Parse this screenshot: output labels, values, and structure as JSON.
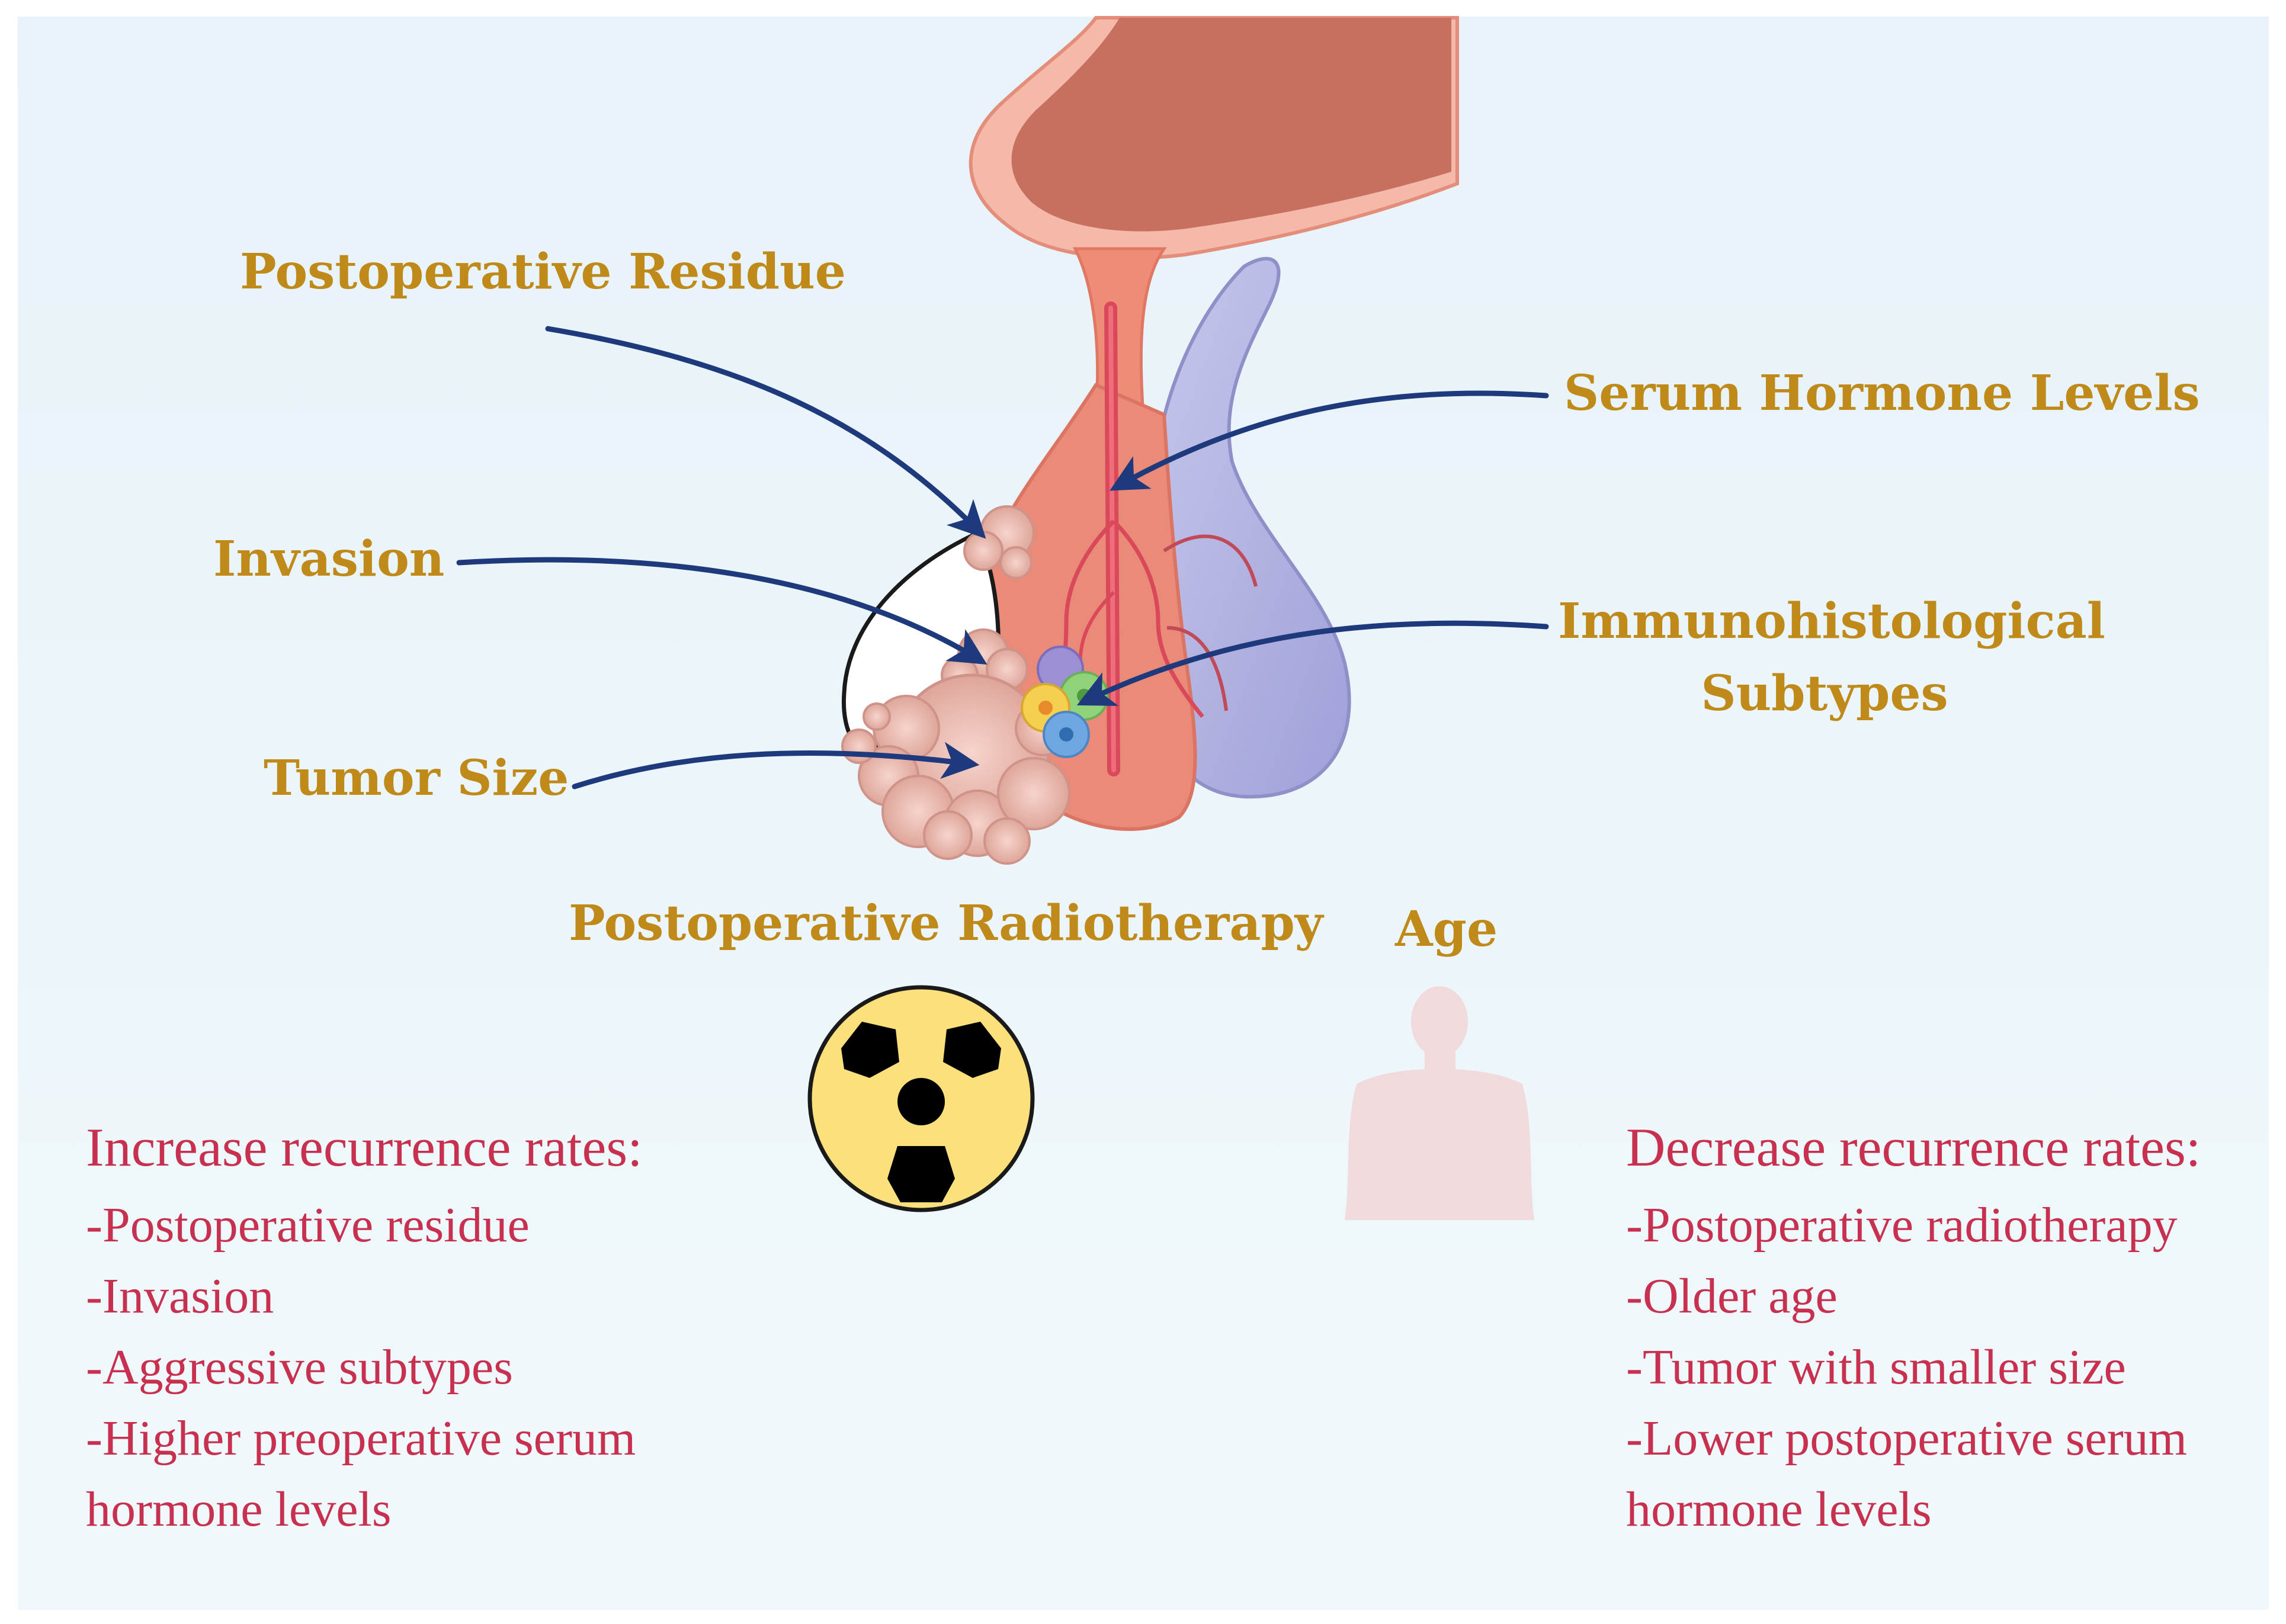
{
  "colors": {
    "label": "#c08a1b",
    "list_text": "#c8304f",
    "arrow": "#1f3a7c",
    "background": "#eaf5f9"
  },
  "labels": {
    "postoperative_residue": "Postoperative Residue",
    "serum_hormone_levels": "Serum Hormone Levels",
    "invasion": "Invasion",
    "immunohistological_line1": "Immunohistological",
    "immunohistological_line2": "Subtypes",
    "tumor_size": "Tumor Size",
    "postoperative_radiotherapy": "Postoperative Radiotherapy",
    "age": "Age"
  },
  "icons": {
    "radiation": "radiation-icon",
    "person": "person-silhouette-icon",
    "organ": "pituitary-gland-illustration"
  },
  "increase": {
    "title": "Increase recurrence rates:",
    "items": [
      "-Postoperative residue",
      "-Invasion",
      "-Aggressive subtypes",
      "-Higher preoperative serum",
      "hormone levels"
    ]
  },
  "decrease": {
    "title": "Decrease recurrence rates:",
    "items": [
      "-Postoperative radiotherapy",
      "-Older age",
      "-Tumor with smaller size",
      "-Lower postoperative serum",
      "hormone levels"
    ]
  }
}
